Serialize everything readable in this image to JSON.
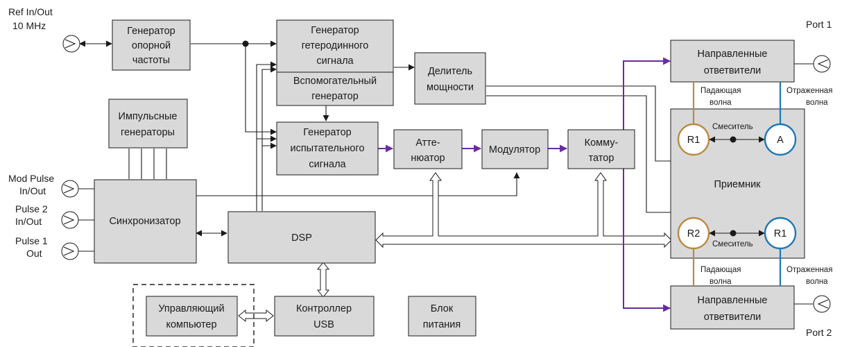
{
  "external": {
    "ref_line1": "Ref In/Out",
    "ref_line2": "10 MHz",
    "mod_line1": "Mod Pulse",
    "mod_line2": "In/Out",
    "pulse2_line1": "Pulse 2",
    "pulse2_line2": "In/Out",
    "pulse1_line1": "Pulse 1",
    "pulse1_line2": "Out",
    "port1": "Port 1",
    "port2": "Port 2"
  },
  "blocks": {
    "ref_gen": [
      "Генератор",
      "опорной",
      "частоты"
    ],
    "lo_gen": [
      "Генератор",
      "гетеродинного",
      "сигнала"
    ],
    "aux_gen": [
      "Вспомогательный",
      "генератор"
    ],
    "divider": [
      "Делитель",
      "мощности"
    ],
    "pulse_gens": [
      "Импульсные",
      "генераторы"
    ],
    "test_gen": [
      "Генератор",
      "испытательного",
      "сигнала"
    ],
    "attenuator": [
      "Атте-",
      "нюатор"
    ],
    "modulator": [
      "Модулятор"
    ],
    "switch": [
      "Комму-",
      "татор"
    ],
    "sync": [
      "Синхронизатор"
    ],
    "dsp": [
      "DSP"
    ],
    "pc": [
      "Управляющий",
      "компьютер"
    ],
    "usb": [
      "Контроллер",
      "USB"
    ],
    "power": [
      "Блок",
      "питания"
    ],
    "coupler_top": [
      "Направленные",
      "ответвители"
    ],
    "coupler_bottom": [
      "Направленные",
      "ответвители"
    ],
    "receiver": "Приемник"
  },
  "receiver": {
    "r1_top": "R1",
    "a": "A",
    "r2": "R2",
    "r1_bottom": "R1",
    "mixer_top": "Смеситель",
    "mixer_bottom": "Смеситель"
  },
  "wave_labels": {
    "incident_top": [
      "Падающая",
      "волна"
    ],
    "reflected_top": [
      "Отраженная",
      "волна"
    ],
    "incident_bottom": [
      "Падающая",
      "волна"
    ],
    "reflected_bottom": [
      "Отраженная",
      "волна"
    ]
  },
  "colors": {
    "block_fill": "#d9d9d9",
    "rf_path": "#6a2aa0",
    "incident_line": "#b98b40",
    "reflected_line": "#1f77b4"
  }
}
